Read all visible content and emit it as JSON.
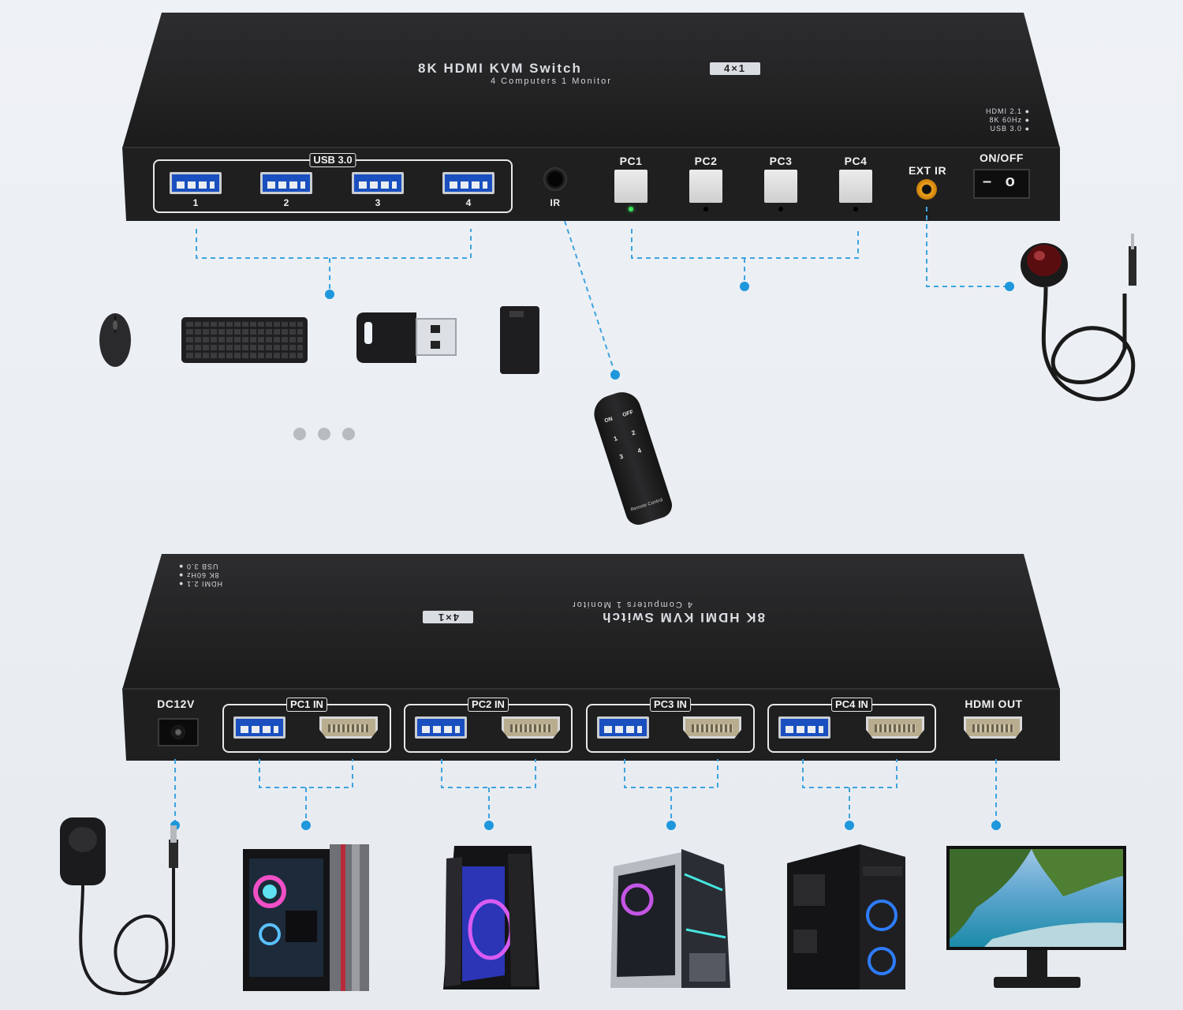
{
  "top_device": {
    "title": "8K HDMI KVM Switch",
    "badge": "4×1",
    "subtitle": "4 Computers 1 Monitor",
    "specs": [
      "HDMI 2.1",
      "8K 60Hz",
      "USB 3.0"
    ],
    "usb_group_label": "USB 3.0",
    "usb_ports": [
      "1",
      "2",
      "3",
      "4"
    ],
    "ir_label": "IR",
    "pc_buttons": [
      "PC1",
      "PC2",
      "PC3",
      "PC4"
    ],
    "active_pc": "PC1",
    "ext_ir_label": "EXT IR",
    "power_label": "ON/OFF",
    "power_switch_glyphs": "– o"
  },
  "bottom_device": {
    "title": "8K HDMI KVM Switch",
    "badge": "4×1",
    "subtitle": "4 Computers 1 Monitor",
    "specs": [
      "HDMI 2.1",
      "8K 60Hz",
      "USB 3.0"
    ],
    "dc_label": "DC12V",
    "inputs": [
      "PC1 IN",
      "PC2 IN",
      "PC3 IN",
      "PC4 IN"
    ],
    "output_label": "HDMI OUT"
  },
  "remote": {
    "keys": [
      "ON",
      "OFF",
      "1",
      "2",
      "3",
      "4"
    ],
    "brand": "Remote Control"
  },
  "colors": {
    "device_body": "#222222",
    "connector_line": "#3fa3df",
    "usb_blue": "#1a4fbf",
    "led_green": "#3be35b",
    "ext_ir_ring": "#f0a21c"
  }
}
